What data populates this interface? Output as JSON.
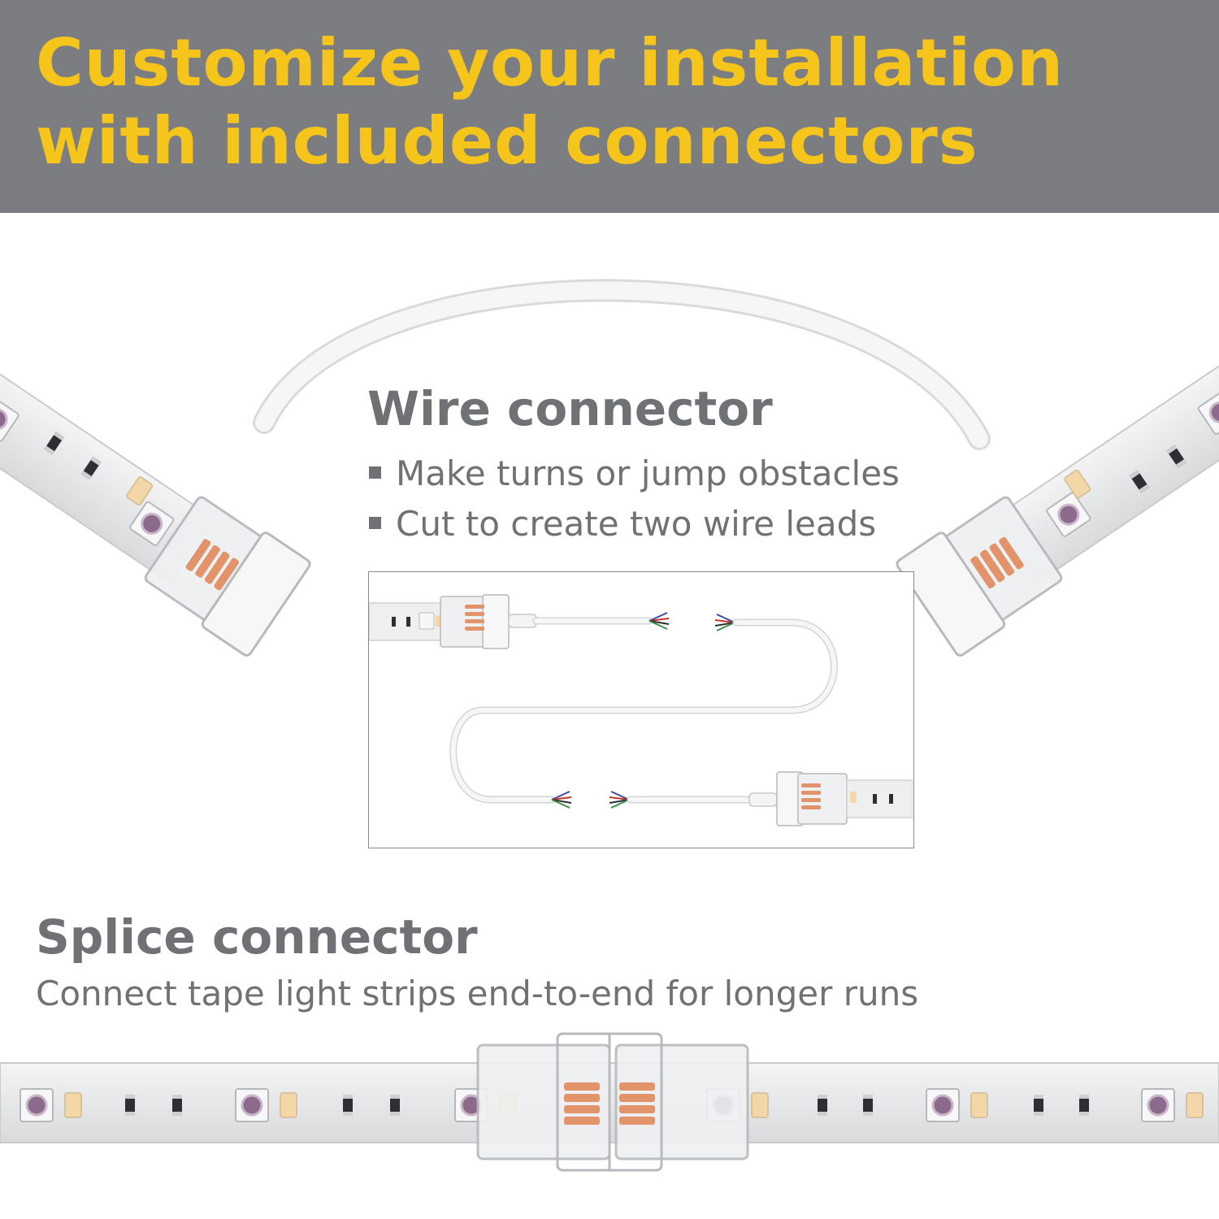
{
  "banner": {
    "line1": "Customize your installation",
    "line2": "with included connectors",
    "background": "#7c7d80",
    "text_color": "#f5c51b"
  },
  "wire_connector": {
    "title": "Wire connector",
    "bullets": [
      "Make turns or jump obstacles",
      "Cut to create two wire leads"
    ]
  },
  "splice_connector": {
    "title": "Splice connector",
    "description": "Connect tape light strips end-to-end for longer runs"
  },
  "colors": {
    "heading_gray": "#707174",
    "connector_pins": "#e3936a"
  }
}
